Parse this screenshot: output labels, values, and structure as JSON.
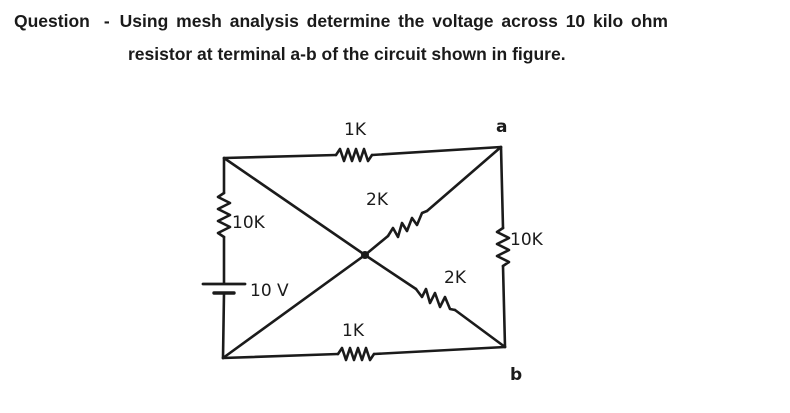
{
  "question": {
    "label": "Question",
    "dash": "-",
    "line1": "Using mesh analysis determine the voltage across 10 kilo ohm",
    "line2": "resistor at terminal a-b of the circuit shown in figure."
  },
  "circuit": {
    "top_resistor": "1K",
    "left_resistor": "10K",
    "diag_upper_resistor": "2K",
    "right_resistor": "10K",
    "source": "10 V",
    "diag_lower_resistor": "2K",
    "bottom_resistor": "1K",
    "terminal_a": "a",
    "terminal_b": "b"
  }
}
